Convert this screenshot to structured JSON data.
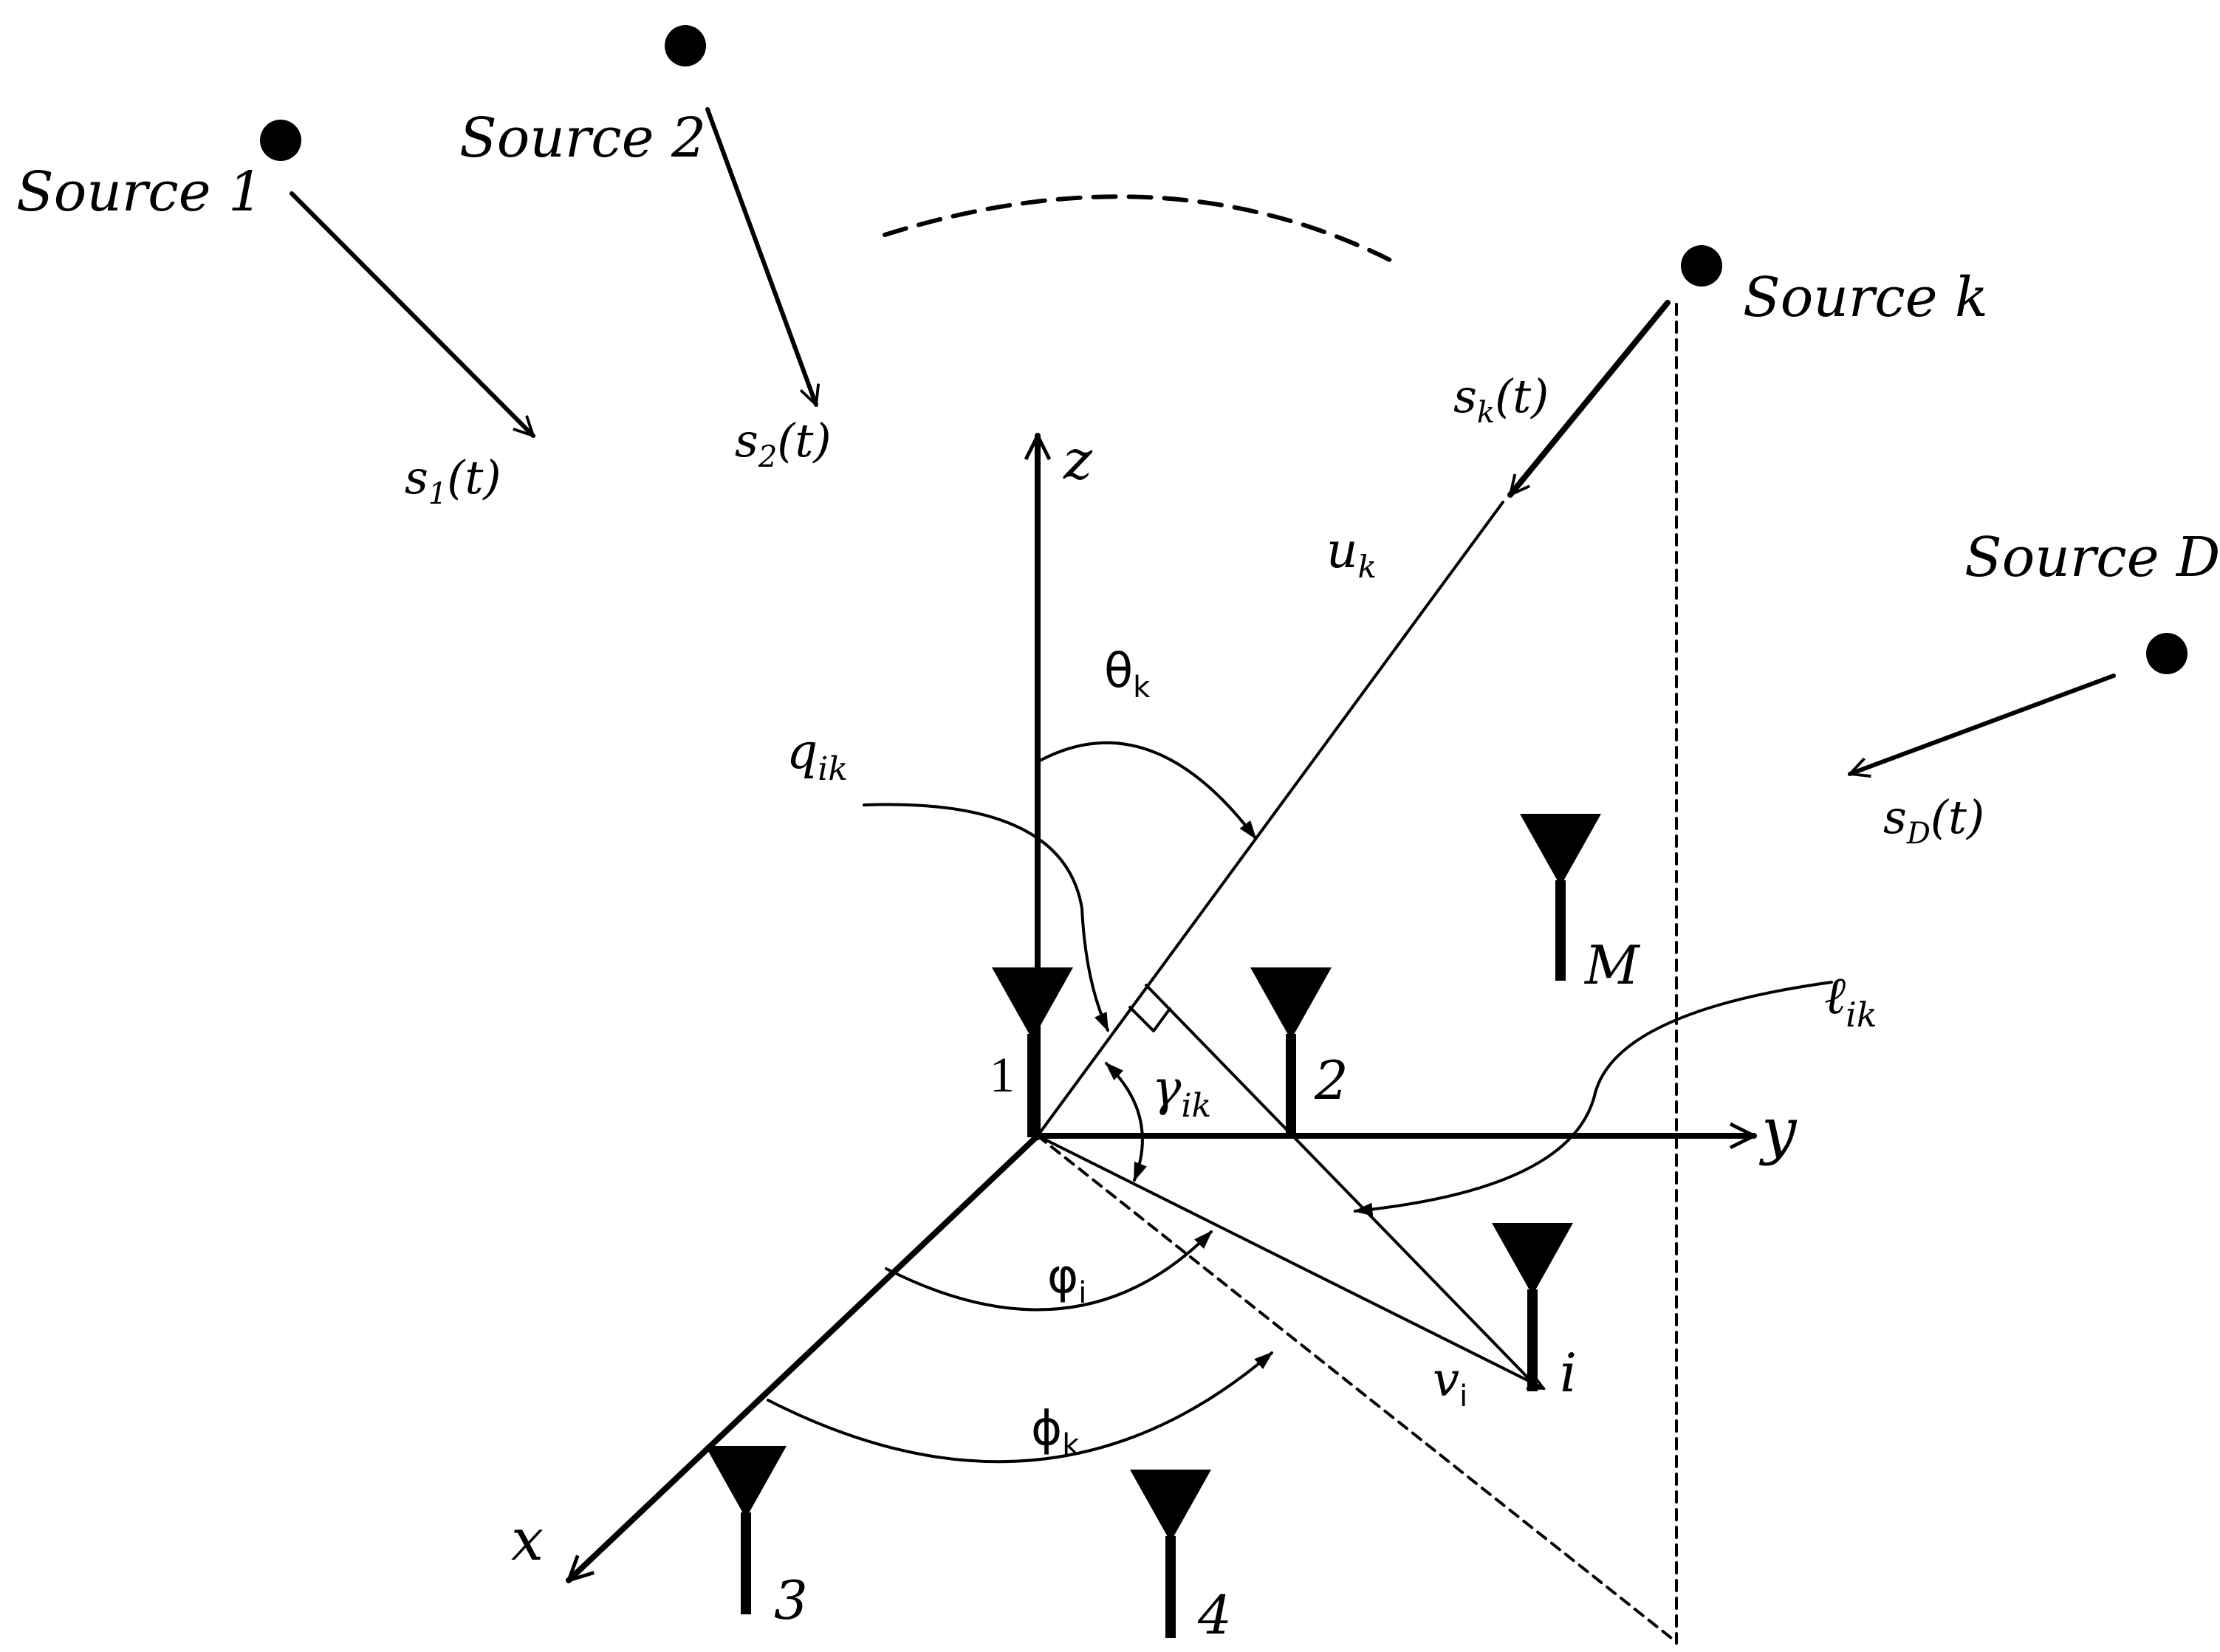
{
  "sources": {
    "source_1": "Source 1",
    "source_2": "Source 2",
    "source_k": "Source k",
    "source_d": "Source D"
  },
  "signals": {
    "s1": {
      "base": "s",
      "sub": "1",
      "tail": "(t)"
    },
    "s2": {
      "base": "s",
      "sub": "2",
      "tail": "(t)"
    },
    "sk": {
      "base": "s",
      "sub": "k",
      "tail": "(t)"
    },
    "sd": {
      "base": "s",
      "sub": "D",
      "tail": "(t)"
    }
  },
  "axes": {
    "x": "x",
    "y": "y",
    "z": "z"
  },
  "vectors": {
    "uk": {
      "base": "u",
      "sub": "k"
    },
    "vi": {
      "base": "v",
      "sub": "i"
    }
  },
  "angles": {
    "theta_k": {
      "base": "θ",
      "sub": "k"
    },
    "phi_i": {
      "base": "φ",
      "sub": "i"
    },
    "phi_k": {
      "base": "ϕ",
      "sub": "k"
    },
    "gamma_ik": {
      "base": "γ",
      "sub": "ik"
    }
  },
  "distances": {
    "q_ik": {
      "base": "q",
      "sub": "ik"
    },
    "l_ik": {
      "base": "ℓ",
      "sub": "ik"
    }
  },
  "antennas": {
    "a1": "1",
    "a2": "2",
    "a3": "3",
    "a4": "4",
    "ai": "i",
    "am": "M"
  },
  "icons": [
    "source-dot-icon",
    "antenna-icon",
    "arrowhead-icon"
  ]
}
